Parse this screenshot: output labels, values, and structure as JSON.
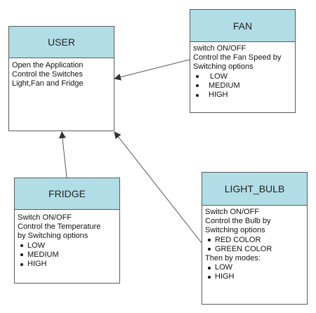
{
  "boxes": {
    "user": {
      "title": "USER",
      "lines": [
        "Open the Application",
        "Control the Switches",
        "Light,Fan and Fridge"
      ]
    },
    "fan": {
      "title": "FAN",
      "lines": [
        "switch ON/OFF",
        "Control the Fan Speed by",
        "Switching options"
      ],
      "bullets": [
        "LOW",
        "MEDIUM",
        "HIGH"
      ]
    },
    "fridge": {
      "title": "FRIDGE",
      "lines": [
        "Switch ON/OFF",
        "Control the Temperature",
        "by Switching options"
      ],
      "bullets": [
        "LOW",
        "MEDIUM",
        "HIGH"
      ]
    },
    "light_bulb": {
      "title": "LIGHT_BULB",
      "lines": [
        "Switch ON/OFF",
        "Control the Bulb by",
        "Switching options"
      ],
      "bullets": [
        "RED COLOR",
        "GREEN COLOR"
      ],
      "lines2": [
        "Then by modes:"
      ],
      "bullets2": [
        "LOW",
        "HIGH"
      ]
    }
  },
  "colors": {
    "header_fill": "#b1dde6",
    "border": "#5a5a5a",
    "arrow": "#555555"
  }
}
